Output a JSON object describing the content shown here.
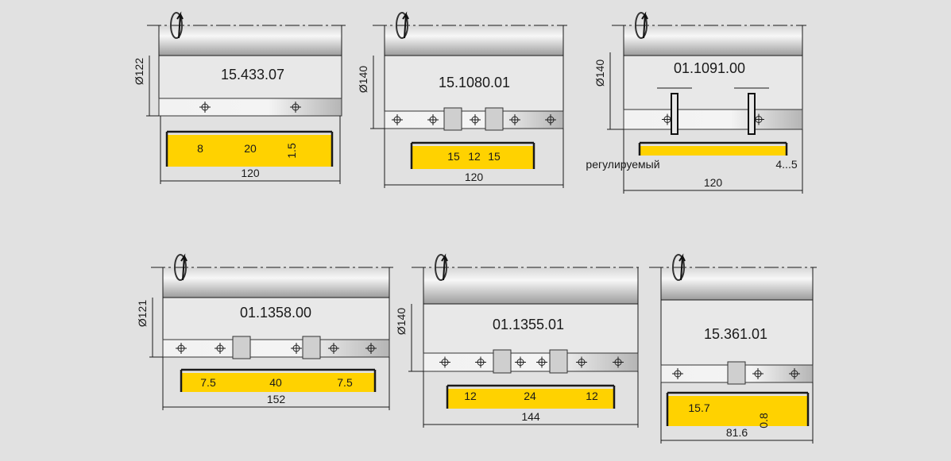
{
  "colors": {
    "background": "#e1e1e1",
    "blade": "#ffd200",
    "drum": "#e8e8e8",
    "line": "#1a1a1a"
  },
  "panels": [
    {
      "code": "15.433.07",
      "diameter": "Ø122",
      "labels": [
        "8",
        "20",
        "1.5"
      ],
      "width": "120"
    },
    {
      "code": "15.1080.01",
      "diameter": "Ø140",
      "labels": [
        "15",
        "12",
        "15"
      ],
      "width": "120"
    },
    {
      "code": "01.1091.00",
      "diameter": "Ø140",
      "labels": [
        "регулируемый",
        "4...5"
      ],
      "width": "120"
    },
    {
      "code": "01.1358.00",
      "diameter": "Ø121",
      "labels": [
        "7.5",
        "40",
        "7.5"
      ],
      "width": "152"
    },
    {
      "code": "01.1355.01",
      "diameter": "Ø140",
      "labels": [
        "12",
        "24",
        "12"
      ],
      "width": "144"
    },
    {
      "code": "15.361.01",
      "diameter": "",
      "labels": [
        "15.7",
        "0.8"
      ],
      "width": "81.6"
    }
  ]
}
